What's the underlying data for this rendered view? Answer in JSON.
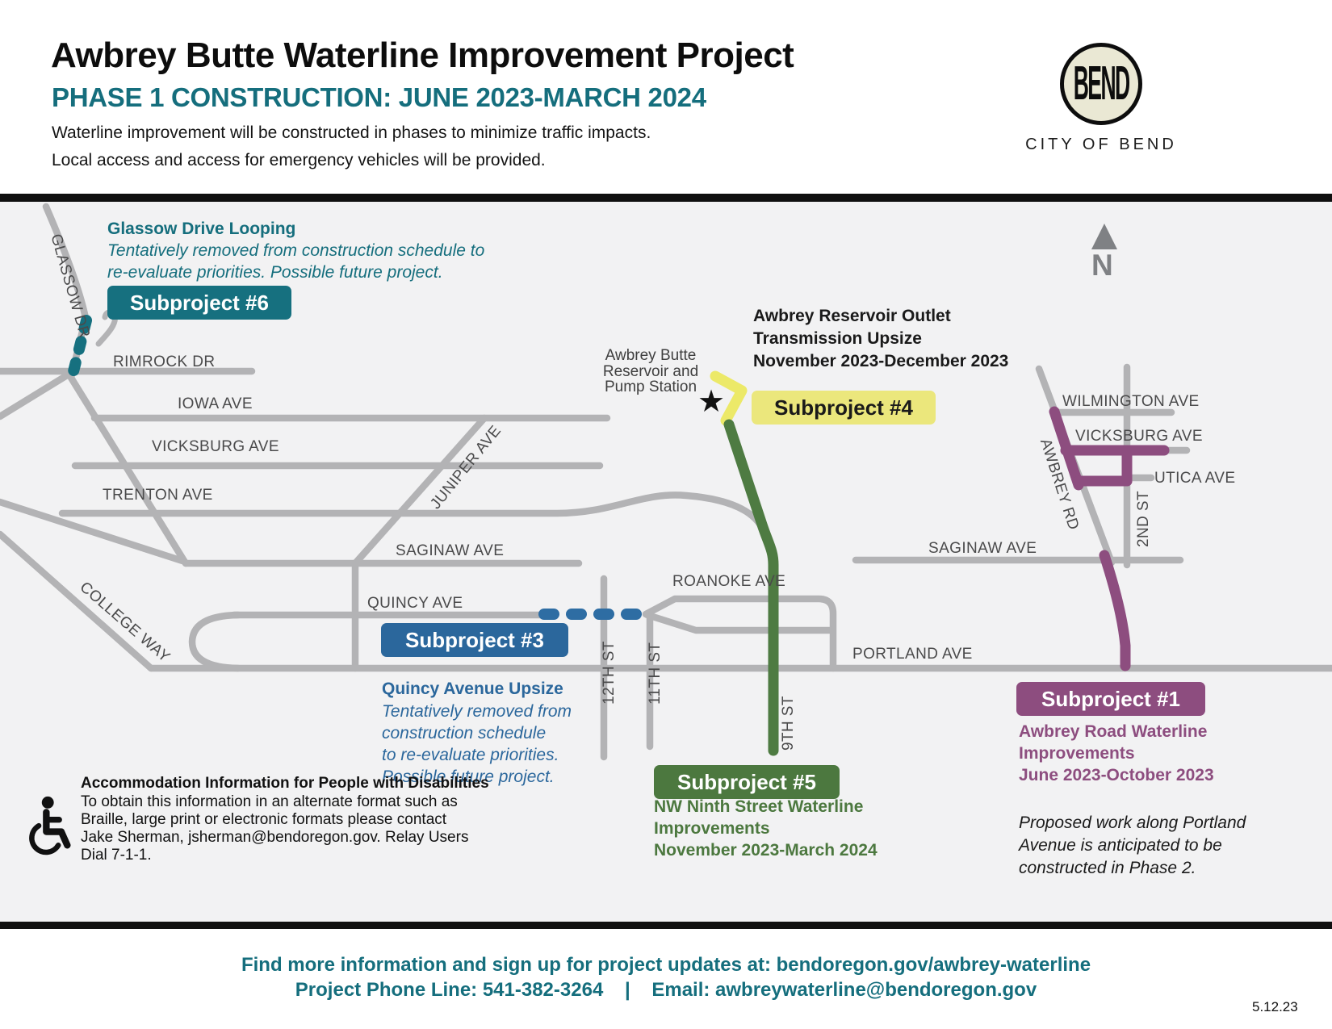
{
  "header": {
    "title": "Awbrey Butte Waterline Improvement Project",
    "subtitle": "PHASE 1 CONSTRUCTION: JUNE 2023-MARCH 2024",
    "description_lines": [
      "Waterline improvement will be constructed in phases to minimize traffic impacts.",
      "Local access and access for emergency vehicles will be provided."
    ],
    "logo": {
      "circle_text": "BEND",
      "caption": "CITY OF BEND"
    }
  },
  "map": {
    "north_label": "N",
    "reservoir_label": "Awbrey Butte Reservoir and Pump Station",
    "road_labels": [
      {
        "text": "GLASSOW DR"
      },
      {
        "text": "RIMROCK DR"
      },
      {
        "text": "IOWA AVE"
      },
      {
        "text": "VICKSBURG AVE"
      },
      {
        "text": "TRENTON AVE"
      },
      {
        "text": "SAGINAW AVE"
      },
      {
        "text": "QUINCY AVE"
      },
      {
        "text": "COLLEGE WAY"
      },
      {
        "text": "JUNIPER AVE"
      },
      {
        "text": "ROANOKE AVE"
      },
      {
        "text": "PORTLAND AVE"
      },
      {
        "text": "12TH ST"
      },
      {
        "text": "11TH ST"
      },
      {
        "text": "9TH ST"
      },
      {
        "text": "SAGINAW AVE"
      },
      {
        "text": "WILMINGTON AVE"
      },
      {
        "text": "VICKSBURG AVE"
      },
      {
        "text": "UTICA AVE"
      },
      {
        "text": "2ND ST"
      },
      {
        "text": "AWBREY RD"
      }
    ],
    "subprojects": {
      "s1": {
        "badge": "Subproject #1",
        "color": "#8d4d7f",
        "title_lines": [
          "Awbrey Road Waterline",
          "Improvements",
          "June 2023-October 2023"
        ],
        "note_lines": [
          "Proposed work along Portland",
          "Avenue is anticipated to be",
          "constructed in Phase 2."
        ]
      },
      "s3": {
        "badge": "Subproject #3",
        "color": "#2b679c",
        "heading": "Quincy Avenue Upsize",
        "note_lines": [
          "Tentatively removed from",
          "construction schedule",
          "to re-evaluate priorities.",
          "Possible future project."
        ]
      },
      "s4": {
        "badge": "Subproject #4",
        "color": "#ebe77c",
        "title_lines": [
          "Awbrey Reservoir Outlet",
          "Transmission Upsize",
          "November 2023-December 2023"
        ]
      },
      "s5": {
        "badge": "Subproject #5",
        "color": "#4c783f",
        "title_lines": [
          "NW Ninth Street Waterline",
          "Improvements",
          "November 2023-March 2024"
        ]
      },
      "s6": {
        "badge": "Subproject #6",
        "color": "#16707f",
        "heading": "Glassow Drive Looping",
        "note_lines": [
          "Tentatively removed from construction schedule to",
          "re-evaluate priorities. Possible future project."
        ]
      }
    },
    "accessibility": {
      "title": "Accommodation Information for People with Disabilities",
      "lines": [
        "To obtain this information in an alternate format such as",
        "Braille, large print or electronic formats please contact",
        "Jake Sherman, jsherman@bendoregon.gov. Relay Users",
        "Dial 7-1-1."
      ]
    }
  },
  "footer": {
    "line1": "Find more information and sign up for project updates at: bendoregon.gov/awbrey-waterline",
    "line2": "Project Phone Line: 541-382-3264    |    Email: awbreywaterline@bendoregon.gov",
    "date": "5.12.23"
  },
  "colors": {
    "teal": "#16707f",
    "blue": "#2b679c",
    "yellow": "#ebe77c",
    "green": "#4c783f",
    "purple": "#8d4d7f",
    "road_gray": "#b3b3b5",
    "map_background": "#f2f2f3",
    "bar_black": "#101010"
  }
}
